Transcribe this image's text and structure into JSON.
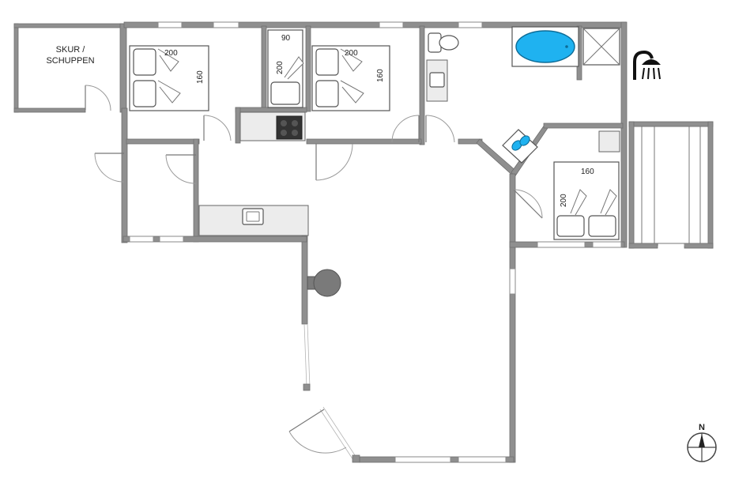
{
  "labels": {
    "shed_line1": "SKUR /",
    "shed_line2": "SCHUPPEN",
    "bed1_length": "200",
    "bed1_width": "160",
    "bed2_width": "90",
    "bed2_length": "200",
    "bed3_length": "200",
    "bed3_width": "160",
    "bed4_width": "160",
    "bed4_length": "200",
    "north": "N"
  },
  "colors": {
    "wall": "#8f8f8f",
    "bathtub_water": "#1fb2f0",
    "stove": "#333333",
    "fireplace": "#7a7a7a",
    "outdoor_shower_icon": "#111111"
  },
  "icons": {
    "outdoor_shower": "shower-icon",
    "north_arrow": "compass-icon"
  }
}
